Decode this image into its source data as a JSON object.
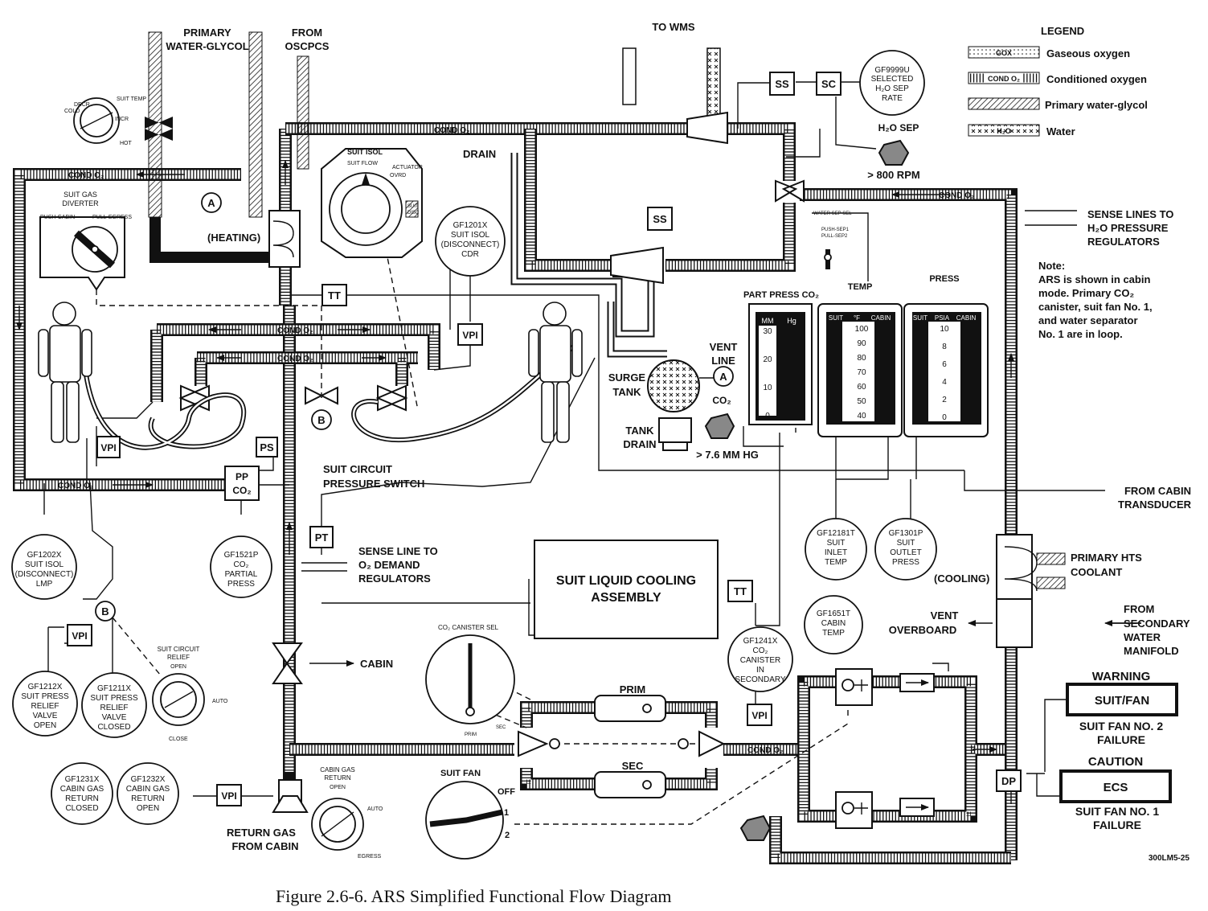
{
  "labels": {
    "primary_water_glycol": [
      "PRIMARY",
      "WATER-GLYCOL"
    ],
    "from_oscpcs": [
      "FROM",
      "OSCPCS"
    ],
    "to_wms": "TO WMS",
    "suit_temp": "SUIT TEMP",
    "cold": "COLD",
    "decr": "DECR",
    "incr": "INCR",
    "hot": "HOT",
    "suit_gas_diverter": [
      "SUIT GAS",
      "DIVERTER"
    ],
    "push_cabin": "PUSH-CABIN",
    "pull_egress": "PULL-EGRESS",
    "heating": "(HEATING)",
    "suit_isol": "SUIT ISOL",
    "suit_flow": "SUIT FLOW",
    "actuator_ovrd": [
      "ACTUATOR",
      "OVRD"
    ],
    "suit_disc": [
      "SUIT",
      "DISC"
    ],
    "drain": "DRAIN",
    "surge_tank": [
      "SURGE",
      "TANK"
    ],
    "tank_drain": [
      "TANK",
      "DRAIN"
    ],
    "vent_line": [
      "VENT",
      "LINE"
    ],
    "co2": "CO₂",
    "press_76": "> 7.6 MM HG",
    "rpm_800": "> 800 RPM",
    "h2o_sep": "H₂O SEP",
    "suit_circuit_pressure_switch": [
      "SUIT CIRCUIT",
      "PRESSURE SWITCH"
    ],
    "sense_line_o2": [
      "SENSE LINE TO",
      "O₂ DEMAND",
      "REGULATORS"
    ],
    "suit_liquid_cooling": [
      "SUIT LIQUID COOLING",
      "ASSEMBLY"
    ],
    "cabin": "CABIN",
    "return_gas": [
      "RETURN GAS",
      "FROM CABIN"
    ],
    "suit_circuit_relief": [
      "SUIT CIRCUIT",
      "RELIEF"
    ],
    "auto": "AUTO",
    "close": "CLOSE",
    "open": "OPEN",
    "egress": "EGRESS",
    "cabin_gas_return": [
      "CABIN GAS",
      "RETURN"
    ],
    "co2_canister_sel": "CO₂ CANISTER SEL",
    "prim": "PRIM",
    "sec": "SEC",
    "suit_fan": "SUIT FAN",
    "off": "OFF",
    "one": "1",
    "two": "2",
    "cond_o2": "COND O₂",
    "water_sep_sel": "WATER SEP SEL",
    "push_sep": [
      "PUSH-SEP1",
      "PULL-SEP2"
    ],
    "part_press_co2": "PART PRESS CO₂",
    "temp": "TEMP",
    "press": "PRESS",
    "sense_lines_h2o": [
      "SENSE LINES TO",
      "H₂O PRESSURE",
      "REGULATORS"
    ],
    "note": [
      "Note:",
      "ARS is shown in cabin",
      "mode.  Primary  CO₂",
      "canister, suit fan No. 1,",
      "and   water   separator",
      "No. 1 are in loop."
    ],
    "from_cabin_transducer": [
      "FROM CABIN",
      "TRANSDUCER"
    ],
    "cooling": "(COOLING)",
    "primary_hts_coolant": [
      "PRIMARY HTS",
      "COOLANT"
    ],
    "vent_overboard": [
      "VENT",
      "OVERBOARD"
    ],
    "from_secondary_water": [
      "FROM",
      "SECONDARY",
      "WATER",
      "MANIFOLD"
    ],
    "warning": "WARNING",
    "suit_fan_box": "SUIT/FAN",
    "suit_fan_no2": [
      "SUIT FAN NO. 2",
      "FAILURE"
    ],
    "caution": "CAUTION",
    "ecs": "ECS",
    "suit_fan_no1": [
      "SUIT FAN NO. 1",
      "FAILURE"
    ],
    "drawing_id": "300LM5-25"
  },
  "boxes": {
    "ss": "SS",
    "sc": "SC",
    "tt": "TT",
    "ps": "PS",
    "pt": "PT",
    "pp_co2": [
      "PP",
      "CO₂"
    ],
    "dp": "DP",
    "vpi": "VPI",
    "a": "A",
    "b": "B"
  },
  "gauges": {
    "co2": {
      "header": [
        "MM",
        "Hg"
      ],
      "ticks": [
        "30",
        "20",
        "10",
        "0"
      ]
    },
    "temp": {
      "header": [
        "SUIT",
        "°F",
        "CABIN"
      ],
      "ticks": [
        "100",
        "90",
        "80",
        "70",
        "60",
        "50",
        "40"
      ]
    },
    "press": {
      "header": [
        "SUIT",
        "PSIA",
        "CABIN"
      ],
      "ticks": [
        "10",
        "8",
        "6",
        "4",
        "2",
        "0"
      ]
    }
  },
  "circles": {
    "gf9999u": [
      "GF9999U",
      "SELECTED",
      "H₂O SEP",
      "RATE"
    ],
    "gf1201x": [
      "GF1201X",
      "SUIT ISOL",
      "(DISCONNECT)",
      "CDR"
    ],
    "gf1202x": [
      "GF1202X",
      "SUIT ISOL",
      "(DISCONNECT)",
      "LMP"
    ],
    "gf1521p": [
      "GF1521P",
      "CO₂",
      "PARTIAL",
      "PRESS"
    ],
    "gf1212x": [
      "GF1212X",
      "SUIT PRESS",
      "RELIEF",
      "VALVE",
      "OPEN"
    ],
    "gf1211x": [
      "GF1211X",
      "SUIT PRESS",
      "RELIEF",
      "VALVE",
      "CLOSED"
    ],
    "gf1231x": [
      "GF1231X",
      "CABIN GAS",
      "RETURN",
      "CLOSED"
    ],
    "gf1232x": [
      "GF1232X",
      "CABIN GAS",
      "RETURN",
      "OPEN"
    ],
    "gf12181t": [
      "GF12181T",
      "SUIT",
      "INLET",
      "TEMP"
    ],
    "gf1301p": [
      "GF1301P",
      "SUIT",
      "OUTLET",
      "PRESS"
    ],
    "gf1651t": [
      "GF1651T",
      "CABIN",
      "TEMP"
    ],
    "gf1241x": [
      "GF1241X",
      "CO₂",
      "CANISTER",
      "IN",
      "SECONDARY"
    ]
  },
  "legend": {
    "title": "LEGEND",
    "items": [
      {
        "sample": "GOX",
        "label": "Gaseous oxygen"
      },
      {
        "sample": "COND O₂",
        "label": "Conditioned oxygen"
      },
      {
        "sample": "",
        "label": "Primary water-glycol"
      },
      {
        "sample": "H₂O",
        "label": "Water"
      }
    ]
  },
  "caption": "Figure 2.6-6.  ARS Simplified Functional Flow Diagram"
}
